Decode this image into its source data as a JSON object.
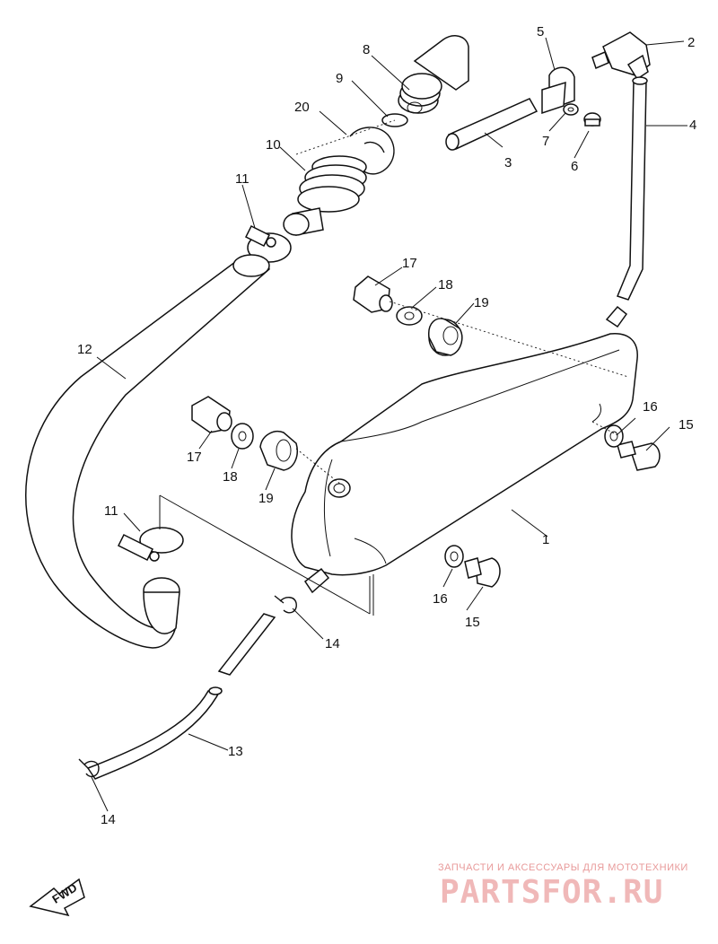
{
  "callouts": {
    "c1": "1",
    "c2": "2",
    "c3": "3",
    "c4": "4",
    "c5": "5",
    "c6": "6",
    "c7": "7",
    "c8": "8",
    "c9": "9",
    "c10": "10",
    "c11a": "11",
    "c11b": "11",
    "c12": "12",
    "c13": "13",
    "c14a": "14",
    "c14b": "14",
    "c15a": "15",
    "c15b": "15",
    "c16a": "16",
    "c16b": "16",
    "c17a": "17",
    "c17b": "17",
    "c18a": "18",
    "c18b": "18",
    "c19a": "19",
    "c19b": "19",
    "c20": "20"
  },
  "fwd_label": "FWD",
  "watermark": {
    "tagline": "ЗАПЧАСТИ И АКСЕССУАРЫ ДЛЯ МОТОТЕХНИКИ",
    "brand": "PARTSFOR.RU"
  }
}
